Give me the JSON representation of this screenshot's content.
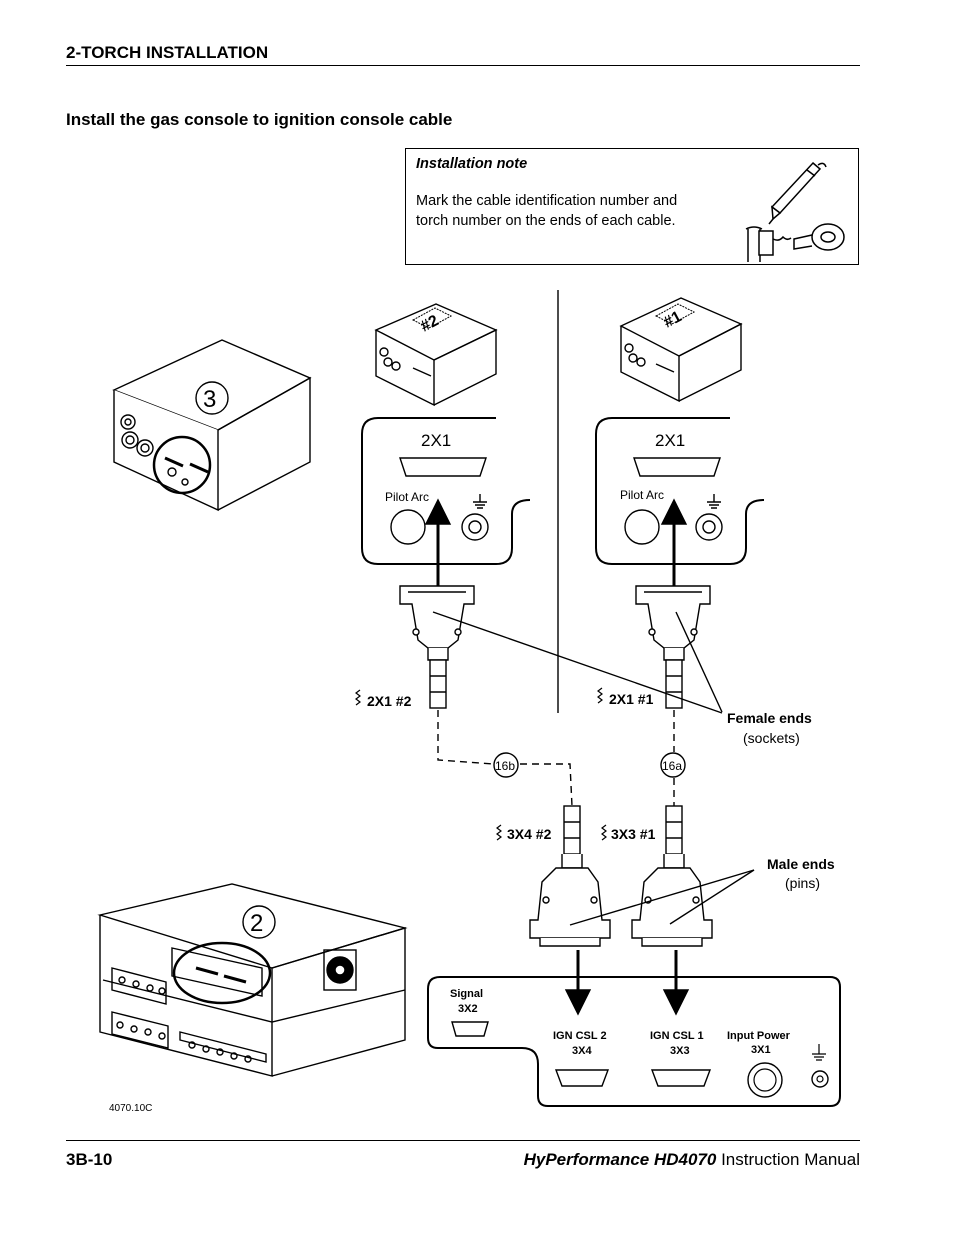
{
  "header": {
    "section": "2-TORCH INSTALLATION"
  },
  "subheading": "Install the gas console to ignition console cable",
  "note": {
    "title": "Installation note",
    "body": "Mark the cable identification number and torch number on the ends of each cable."
  },
  "figure": {
    "console_number_top": "3",
    "console_number_bottom": "2",
    "panel_left": {
      "connector": "2X1",
      "label": "Pilot Arc"
    },
    "panel_right": {
      "connector": "2X1",
      "label": "Pilot Arc"
    },
    "tag_box_left": "#2",
    "tag_box_right": "#1",
    "cable_tag_2x1_2": "2X1 #2",
    "cable_tag_2x1_1": "2X1 #1",
    "cable_tag_3x4_2": "3X4 #2",
    "cable_tag_3x3_1": "3X3 #1",
    "cable_16b": "16b",
    "cable_16a": "16a",
    "female_ends": "Female ends",
    "female_ends_sub": "(sockets)",
    "male_ends": "Male ends",
    "male_ends_sub": "(pins)",
    "ignition_panel": {
      "signal": "Signal",
      "signal_id": "3X2",
      "ign2": "IGN CSL 2",
      "ign2_id": "3X4",
      "ign1": "IGN CSL 1",
      "ign1_id": "3X3",
      "power": "Input Power",
      "power_id": "3X1"
    },
    "figure_id": "4070.10C"
  },
  "footer": {
    "page": "3B-10",
    "brand": "HyPerformance HD4070",
    "doc": " Instruction Manual"
  }
}
